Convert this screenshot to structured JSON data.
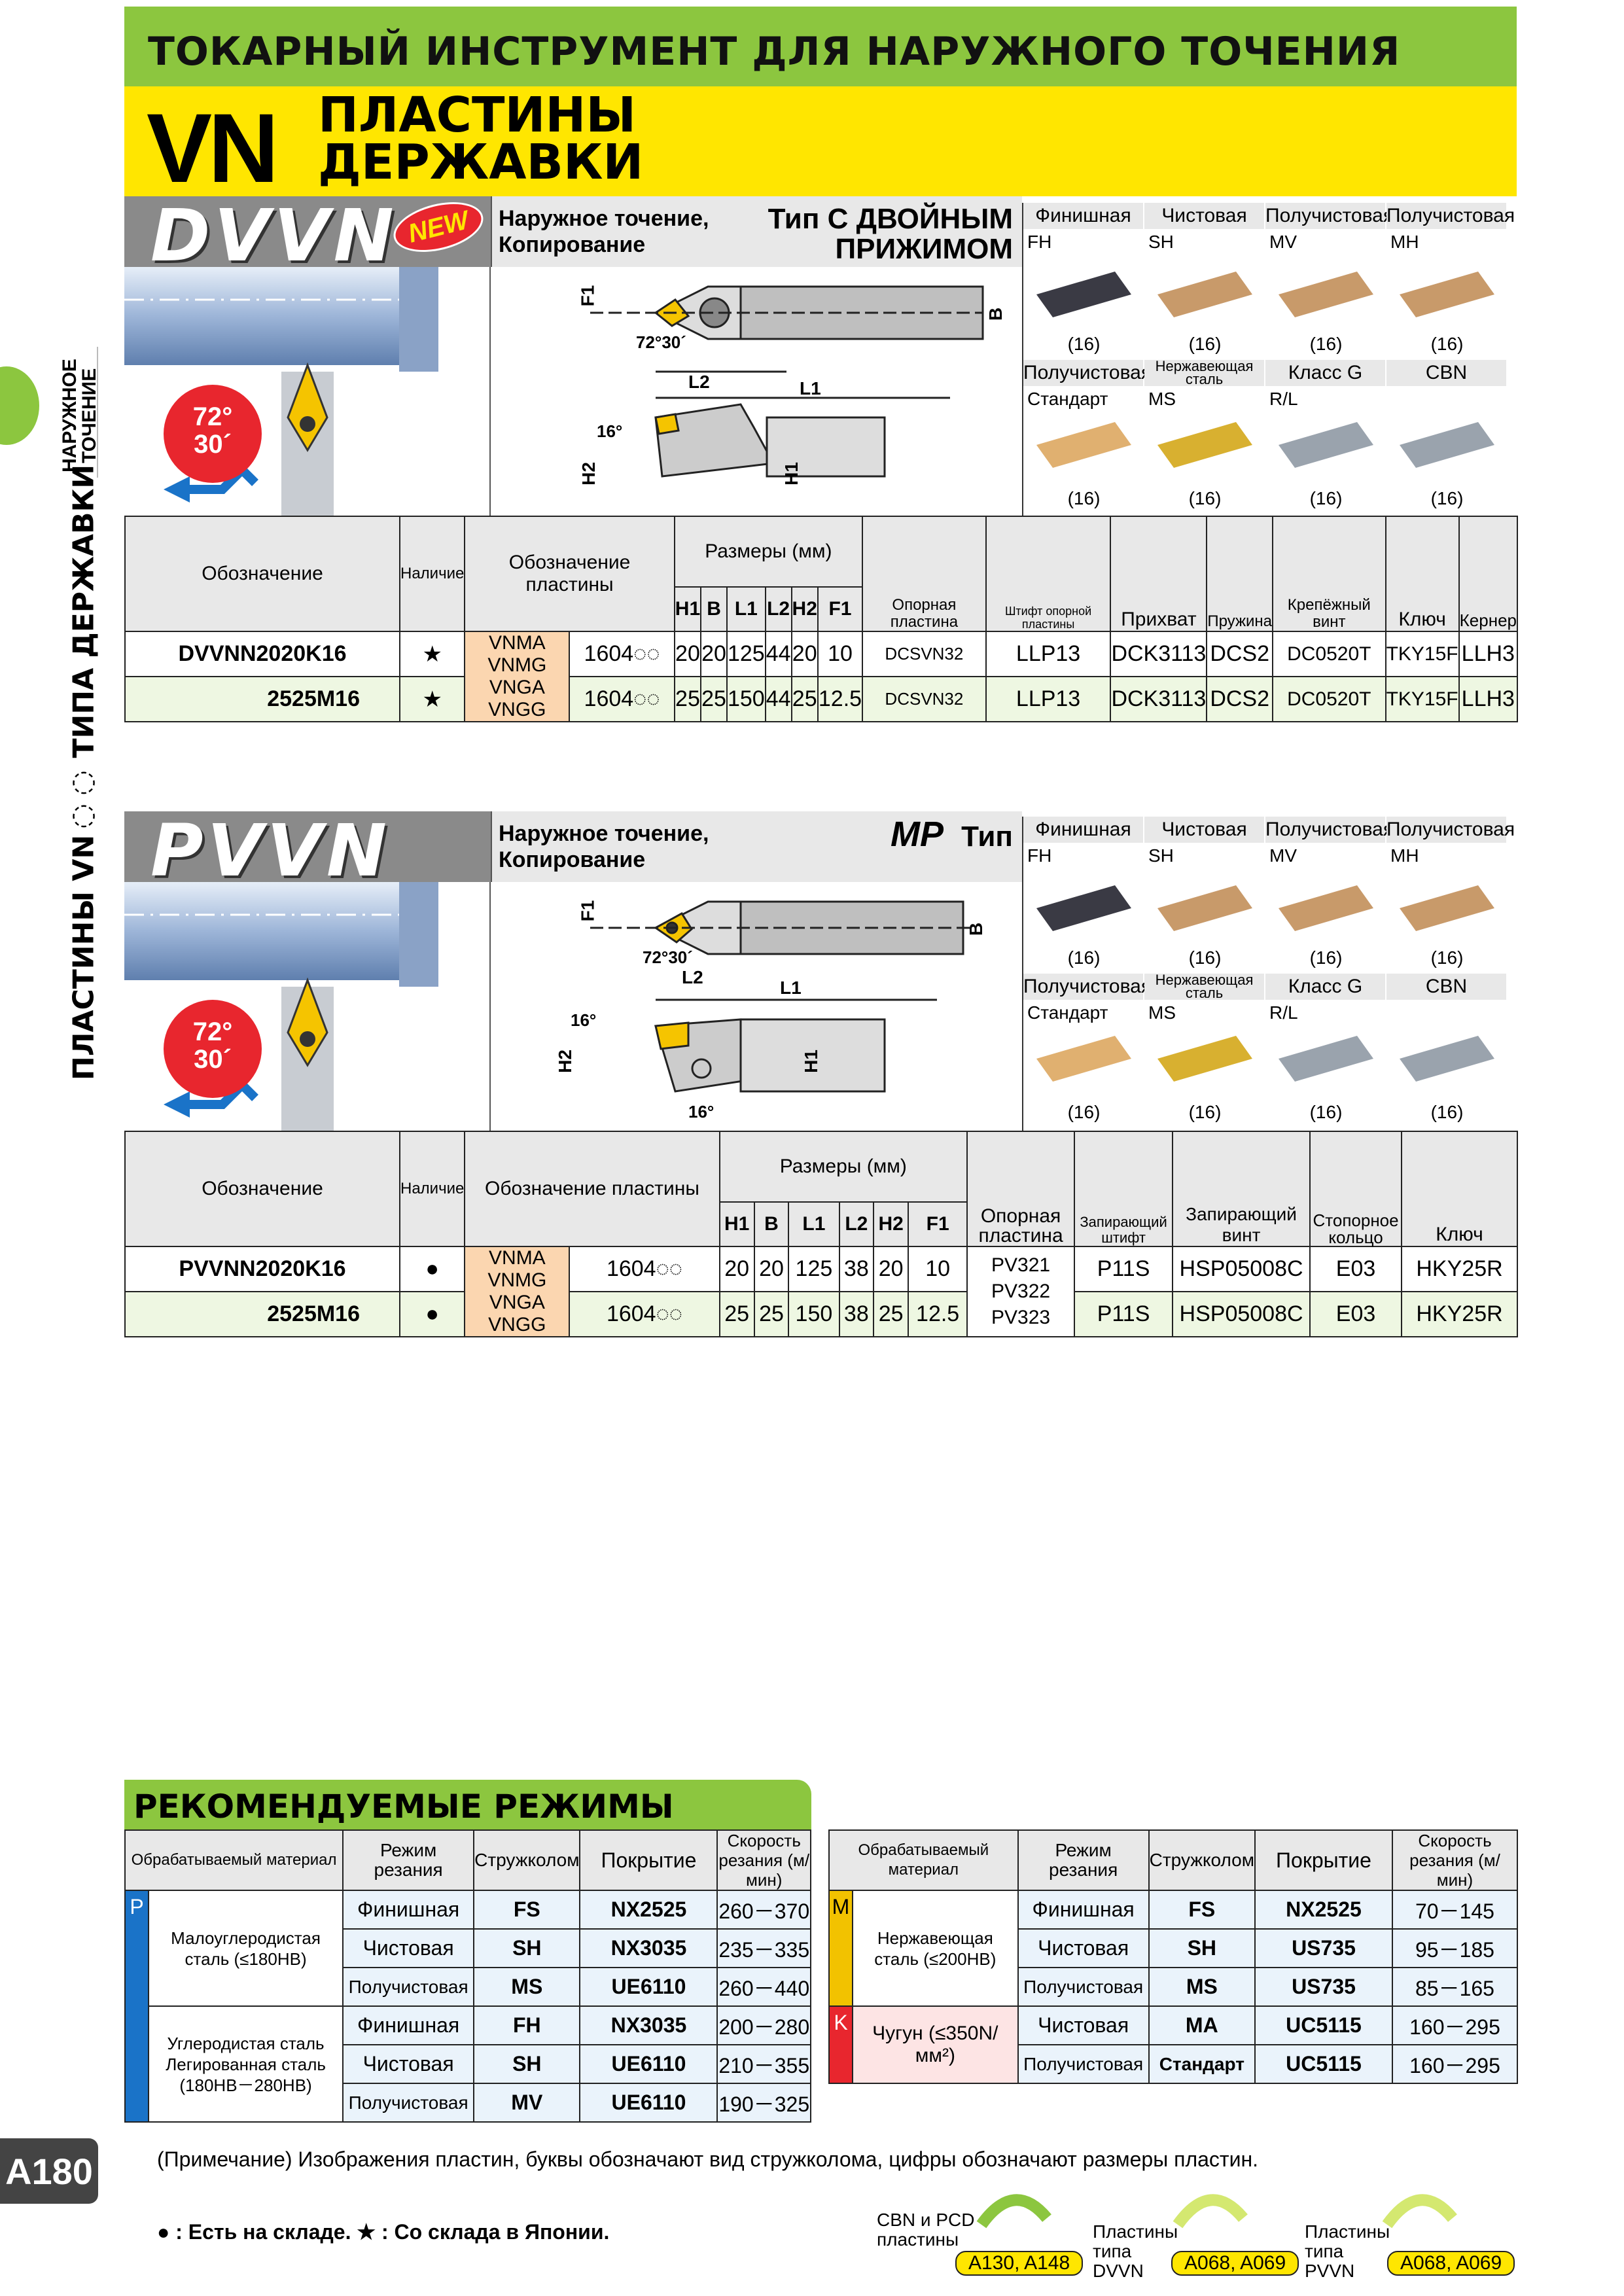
{
  "header": {
    "category": "ТОКАРНЫЙ ИНСТРУМЕНТ ДЛЯ НАРУЖНОГО ТОЧЕНИЯ",
    "vn": "VN",
    "line1": "ПЛАСТИНЫ",
    "line2": "ДЕРЖАВКИ"
  },
  "side": {
    "small": "НАРУЖНОЕ ТОЧЕНИЕ",
    "big": "ПЛАСТИНЫ VN◌◌ ТИПА ДЕРЖАВКИ"
  },
  "dims_labels": {
    "F1": "F1",
    "B": "B",
    "L1": "L1",
    "L2": "L2",
    "H1": "H1",
    "H2": "H2",
    "a7230": "72°30´",
    "a16": "16°"
  },
  "angle_badge": [
    "72°",
    "30´"
  ],
  "insert_headers": {
    "row1": [
      "Финишная",
      "Чистовая",
      "Получистовая",
      "Получистовая"
    ],
    "row1_codes": [
      "FH",
      "SH",
      "MV",
      "MH"
    ],
    "row2": [
      "Получистовая",
      "Нержавеющая сталь",
      "Класс G",
      "CBN"
    ],
    "row2_codes": [
      "Стандарт",
      "MS",
      "R/L",
      ""
    ],
    "count": "(16)"
  },
  "dvvn": {
    "name": "DVVN",
    "new": "NEW",
    "op": [
      "Наружное точение,",
      "Копирование"
    ],
    "type": [
      "Тип С ДВОЙНЫМ",
      "ПРИЖИМОМ"
    ],
    "table": {
      "h_designation": "Обозначение",
      "h_avail": "Наличие",
      "h_insert": "Обозначение пластины",
      "h_dims": "Размеры (мм)",
      "dims": [
        "H1",
        "B",
        "L1",
        "L2",
        "H2",
        "F1"
      ],
      "parts": [
        "Опорная пластина",
        "Штифт опорной пластины",
        "Прихват",
        "Пружина",
        "Крепёжный винт",
        "Ключ",
        "Кернер"
      ],
      "insert_names": [
        "VNMA",
        "VNMG",
        "VNGA",
        "VNGG"
      ],
      "rows": [
        {
          "code": "DVVNN2020K16",
          "avail": "★",
          "size": "1604◌◌",
          "d": [
            "20",
            "20",
            "125",
            "44",
            "20",
            "10"
          ],
          "p": [
            "DCSVN32",
            "LLP13",
            "DCK3113",
            "DCS2",
            "DC0520T",
            "TKY15F",
            "LLH3"
          ]
        },
        {
          "code": "2525M16",
          "avail": "★",
          "size": "1604◌◌",
          "d": [
            "25",
            "25",
            "150",
            "44",
            "25",
            "12.5"
          ],
          "p": [
            "DCSVN32",
            "LLP13",
            "DCK3113",
            "DCS2",
            "DC0520T",
            "TKY15F",
            "LLH3"
          ]
        }
      ]
    }
  },
  "pvvn": {
    "name": "PVVN",
    "op": [
      "Наружное точение,",
      "Копирование"
    ],
    "type_mp": "MP",
    "type": "Тип",
    "table": {
      "h_designation": "Обозначение",
      "h_avail": "Наличие",
      "h_insert": "Обозначение пластины",
      "h_dims": "Размеры (мм)",
      "dims": [
        "H1",
        "B",
        "L1",
        "L2",
        "H2",
        "F1"
      ],
      "parts": [
        "Опорная пластина",
        "Запирающий штифт",
        "Запирающий винт",
        "Стопорное кольцо",
        "Ключ"
      ],
      "insert_names": [
        "VNMA",
        "VNMG",
        "VNGA",
        "VNGG"
      ],
      "support_plates": [
        "PV321",
        "PV322",
        "PV323"
      ],
      "rows": [
        {
          "code": "PVVNN2020K16",
          "avail": "●",
          "size": "1604◌◌",
          "d": [
            "20",
            "20",
            "125",
            "38",
            "20",
            "10"
          ],
          "p": [
            "P11S",
            "HSP05008C",
            "E03",
            "HKY25R"
          ]
        },
        {
          "code": "2525M16",
          "avail": "●",
          "size": "1604◌◌",
          "d": [
            "25",
            "25",
            "150",
            "38",
            "25",
            "12.5"
          ],
          "p": [
            "P11S",
            "HSP05008C",
            "E03",
            "HKY25R"
          ]
        }
      ]
    }
  },
  "recommend": {
    "title": "РЕКОМЕНДУЕМЫЕ РЕЖИМЫ РЕЗАНИЯ",
    "headers": [
      "Обрабатываемый материал",
      "Режим резания",
      "Стружколом",
      "Покрытие",
      "Скорость резания (м/мин)"
    ],
    "left": [
      {
        "mark": "P",
        "color": "#1a73c8",
        "material": "Малоуглеродистая сталь (≤180HB)",
        "rows": [
          [
            "Финишная",
            "FS",
            "NX2525",
            "260－370"
          ],
          [
            "Чистовая",
            "SH",
            "NX3035",
            "235－335"
          ],
          [
            "Получистовая",
            "MS",
            "UE6110",
            "260－440"
          ]
        ]
      },
      {
        "mark": "",
        "color": "#1a73c8",
        "material": "Углеродистая сталь Легированная сталь (180HB－280HB)",
        "rows": [
          [
            "Финишная",
            "FH",
            "NX3035",
            "200－280"
          ],
          [
            "Чистовая",
            "SH",
            "UE6110",
            "210－355"
          ],
          [
            "Получистовая",
            "MV",
            "UE6110",
            "190－325"
          ]
        ]
      }
    ],
    "right": [
      {
        "mark": "M",
        "color": "#f2c200",
        "material": "Нержавеющая сталь (≤200HB)",
        "rows": [
          [
            "Финишная",
            "FS",
            "NX2525",
            "70－145"
          ],
          [
            "Чистовая",
            "SH",
            "US735",
            "95－185"
          ],
          [
            "Получистовая",
            "MS",
            "US735",
            "85－165"
          ]
        ]
      },
      {
        "mark": "K",
        "color": "#e8262e",
        "material": "Чугун (≤350N/мм²)",
        "rows": [
          [
            "Чистовая",
            "MA",
            "UC5115",
            "160－295"
          ],
          [
            "Получистовая",
            "Стандарт",
            "UC5115",
            "160－295"
          ]
        ]
      }
    ]
  },
  "footer": {
    "page": "A180",
    "note": "(Примечание) Изображения пластин, буквы обозначают вид стружколома, цифры обозначают размеры пластин.",
    "legend": "● : Есть на складе.   ★ : Со склада в Японии.",
    "refs": [
      {
        "label": "CBN и PCD пластины",
        "pages": "A130, A148"
      },
      {
        "label": "Пластины типа DVVN",
        "pages": "A068, A069"
      },
      {
        "label": "Пластины типа PVVN",
        "pages": "A068, A069"
      }
    ]
  }
}
